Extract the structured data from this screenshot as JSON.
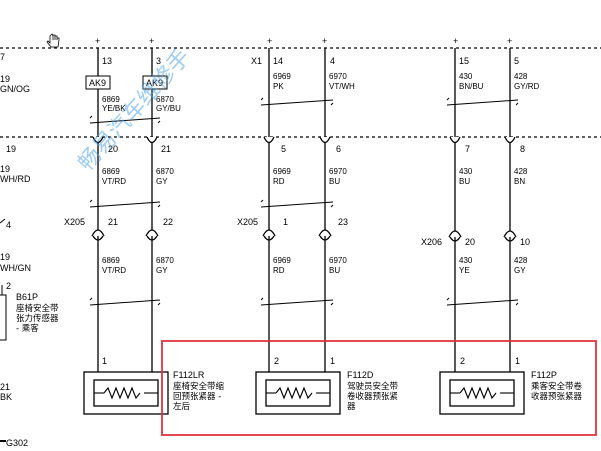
{
  "watermark": "畅易汽车维修手",
  "top_pins": [
    "13",
    "3",
    "14",
    "4",
    "15",
    "5"
  ],
  "top_pin_left": "7",
  "plus_signs": [
    "+",
    "+",
    "+",
    "+",
    "+",
    "+"
  ],
  "x1_label": "X1",
  "left_stub": {
    "pin": "19",
    "color1": "GN/OG",
    "pin2": "19",
    "color2": "WH/RD",
    "pin3": "4",
    "pin4": "19",
    "color4": "WH/GN",
    "pin5": "2",
    "pin6": "21",
    "color6": "BK",
    "g302": "G302"
  },
  "ak9": [
    "AK9",
    "AK9"
  ],
  "seg1_wires": [
    {
      "circuit": "6869",
      "color": "YE/BK"
    },
    {
      "circuit": "6870",
      "color": "GY/BU"
    },
    {
      "circuit": "6969",
      "color": "PK"
    },
    {
      "circuit": "6970",
      "color": "VT/WH"
    },
    {
      "circuit": "430",
      "color": "BN/BU"
    },
    {
      "circuit": "428",
      "color": "GY/RD"
    }
  ],
  "seg2_pins": [
    "20",
    "21",
    "5",
    "6",
    "7",
    "8"
  ],
  "seg2_left_pin": "19",
  "seg2_wires": [
    {
      "circuit": "6869",
      "color": "VT/RD"
    },
    {
      "circuit": "6870",
      "color": "GY"
    },
    {
      "circuit": "6969",
      "color": "RD"
    },
    {
      "circuit": "6970",
      "color": "BU"
    },
    {
      "circuit": "430",
      "color": "BU"
    },
    {
      "circuit": "428",
      "color": "BN"
    }
  ],
  "x205_labels": [
    "X205",
    "X205"
  ],
  "x206_label": "X206",
  "seg3_pins": [
    "21",
    "22",
    "1",
    "23",
    "20",
    "10"
  ],
  "seg3_wires": [
    {
      "circuit": "6869",
      "color": "VT/RD"
    },
    {
      "circuit": "6870",
      "color": "GY"
    },
    {
      "circuit": "6969",
      "color": "RD"
    },
    {
      "circuit": "6970",
      "color": "BU"
    },
    {
      "circuit": "430",
      "color": "YE"
    },
    {
      "circuit": "428",
      "color": "GY"
    }
  ],
  "b61p": {
    "code": "B61P",
    "line1": "座椅安全带",
    "line2": "张力传感器",
    "line3": "- 乘客"
  },
  "components": [
    {
      "pin_a": "1",
      "code": "F112LR",
      "lines": [
        "座椅安全带缩",
        "回预张紧器 -",
        "左后"
      ]
    },
    {
      "pin_a": "2",
      "pin_b": "1",
      "code": "F112D",
      "lines": [
        "驾驶员安全带",
        "卷收器预张紧",
        "器"
      ]
    },
    {
      "pin_a": "2",
      "pin_b": "1",
      "code": "F112P",
      "lines": [
        "乘客安全带卷",
        "收器预张紧器"
      ]
    }
  ],
  "highlight_color": "#e0343a",
  "watermark_color": "#4fa3e8"
}
